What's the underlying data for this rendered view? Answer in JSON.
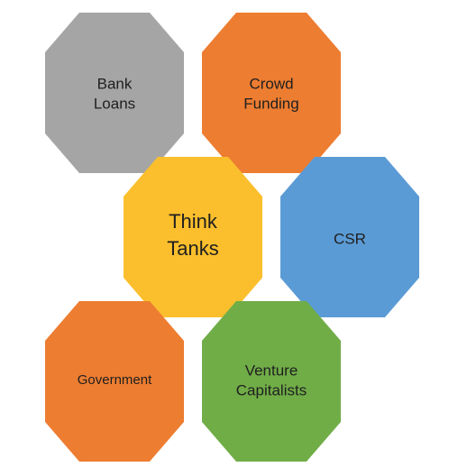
{
  "hexagons": {
    "bank_loans": {
      "lines": [
        "Bank",
        "Loans"
      ],
      "color": "#a5a5a5"
    },
    "crowd_funding": {
      "lines": [
        "Crowd",
        "Funding"
      ],
      "color": "#ed7d31"
    },
    "think_tanks": {
      "lines": [
        "Think",
        "Tanks"
      ],
      "color": "#fbbf2d"
    },
    "csr": {
      "lines": [
        "CSR"
      ],
      "color": "#5b9bd5"
    },
    "government": {
      "lines": [
        "Government"
      ],
      "color": "#ed7d31"
    },
    "venture_capitalists": {
      "lines": [
        "Venture",
        "Capitalists"
      ],
      "color": "#70ad47"
    }
  }
}
